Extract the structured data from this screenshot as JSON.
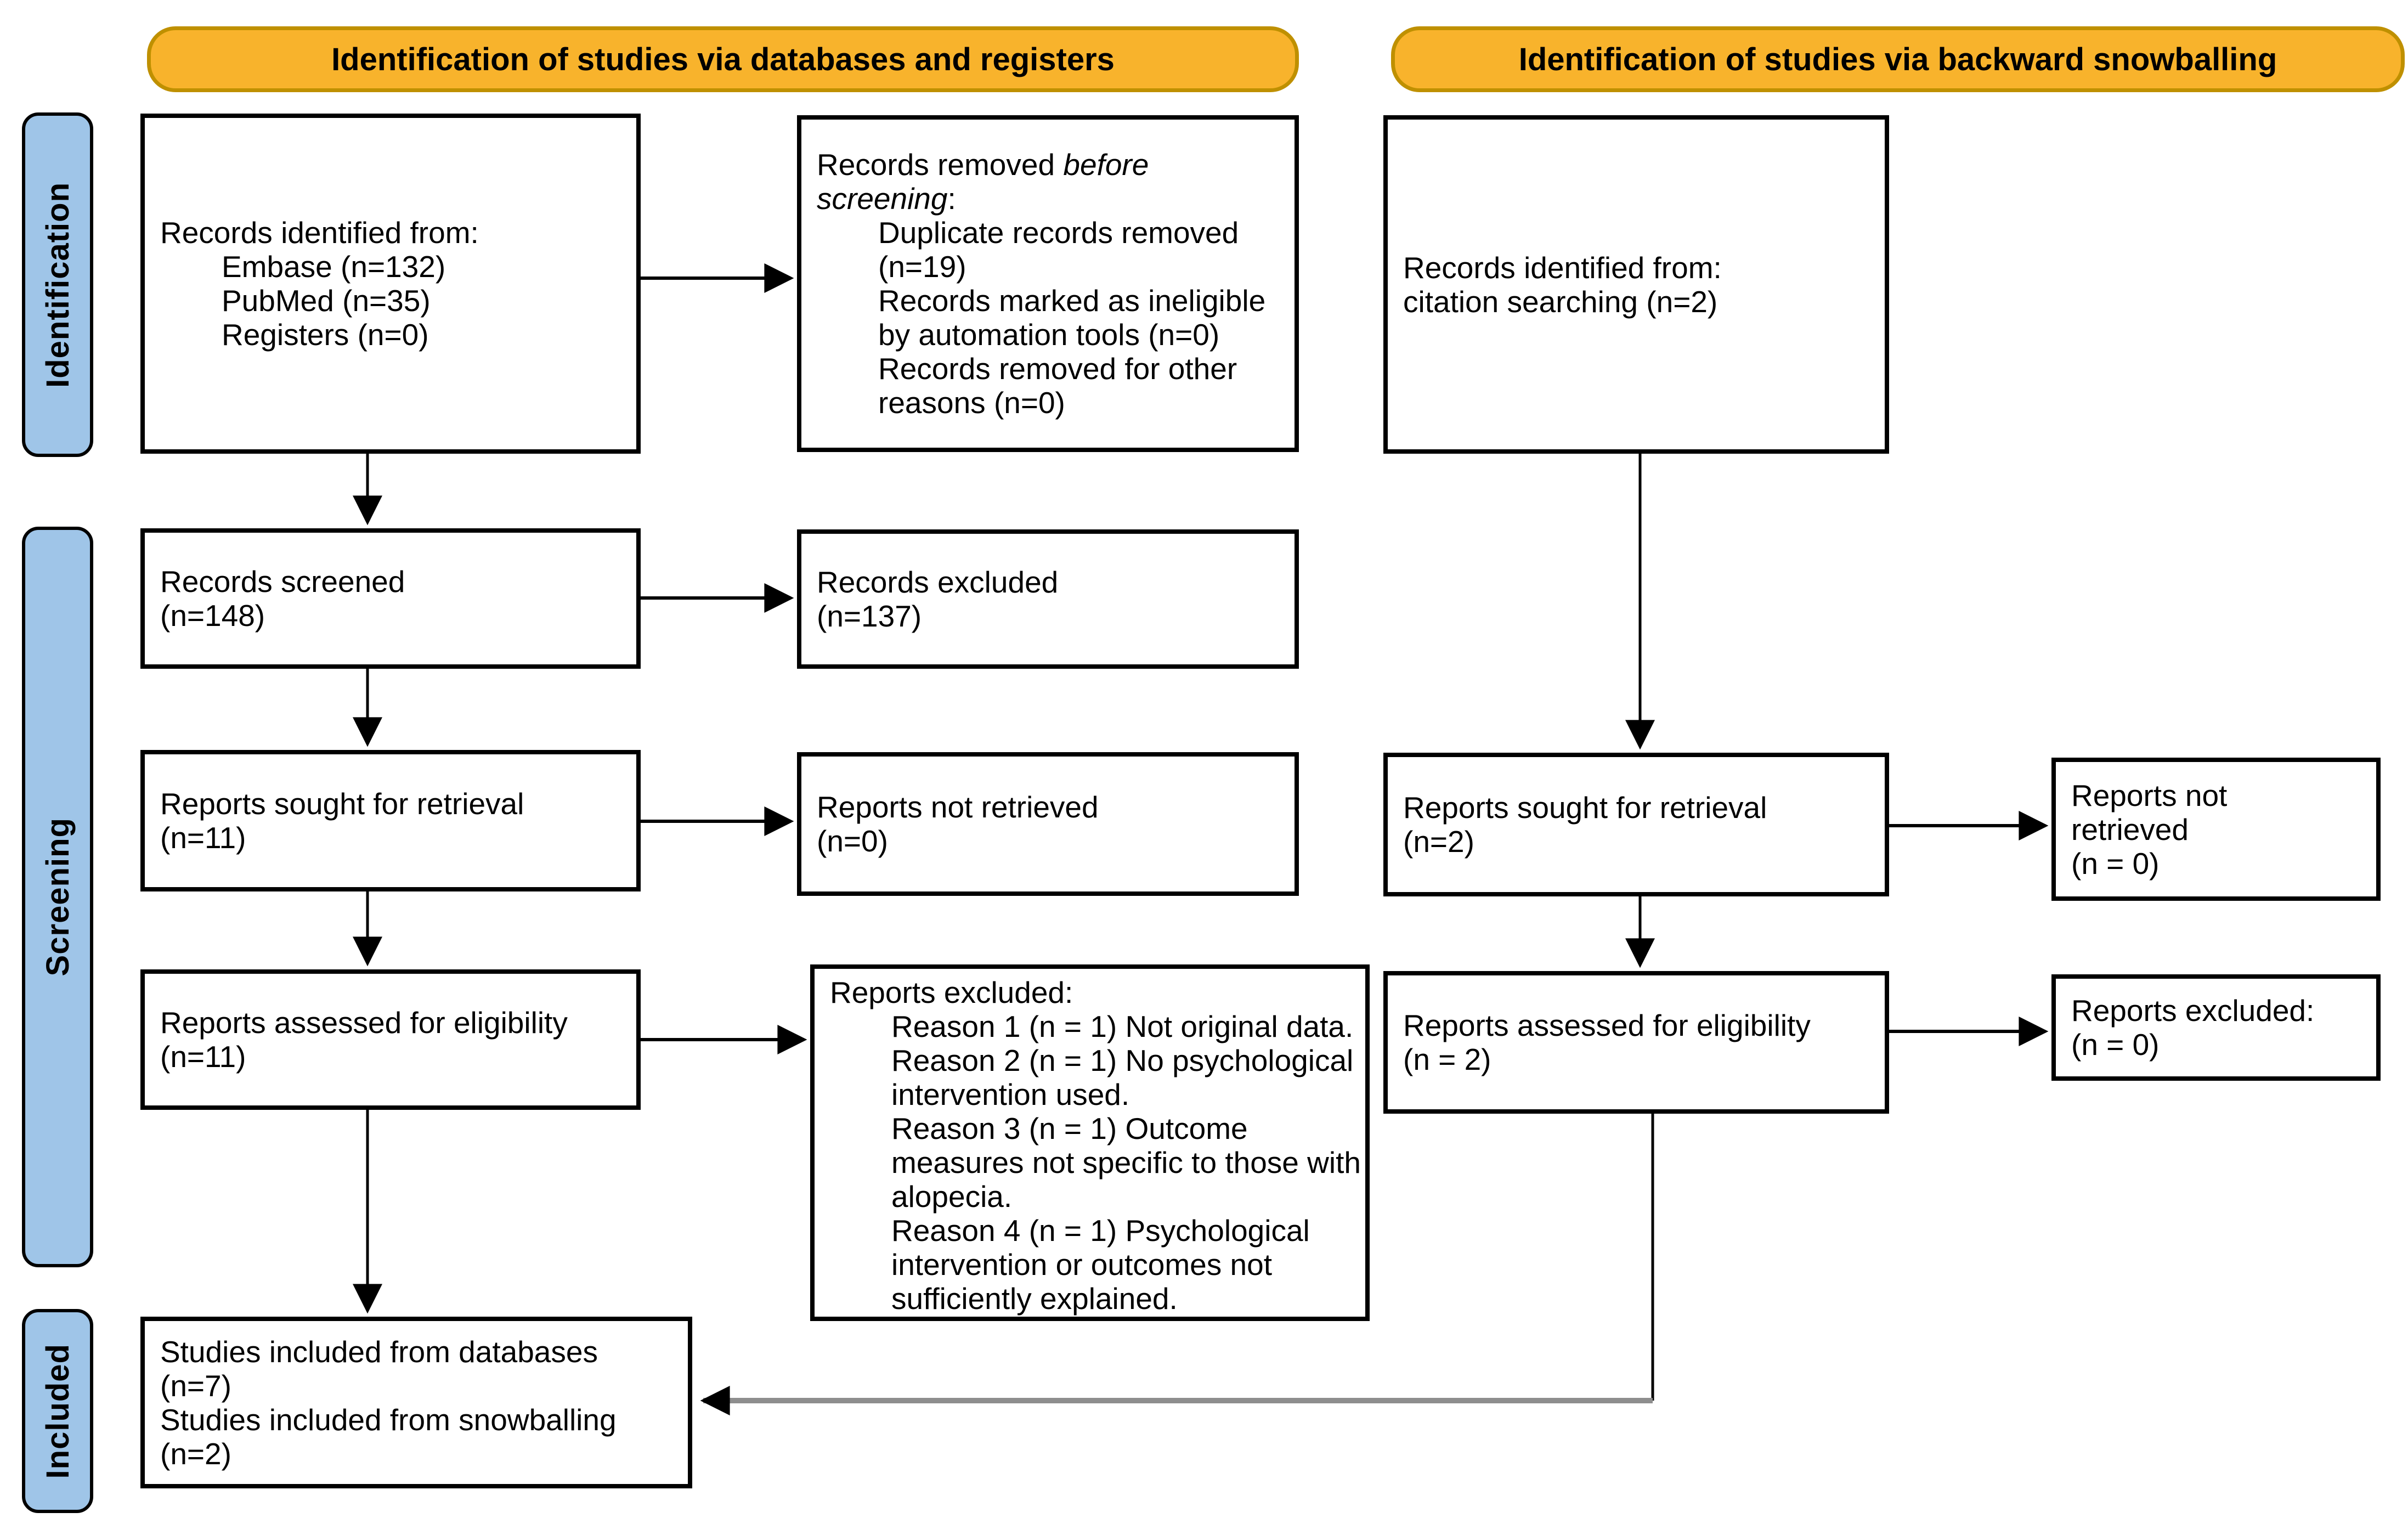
{
  "colors": {
    "header_bg": "#F8B32C",
    "header_border": "#BF9000",
    "stage_bg": "#9FC5E8",
    "box_border": "#000000",
    "arrow": "#000000",
    "elbow_gray": "#8E8E8E"
  },
  "headers": {
    "databases": "Identification of studies via databases and registers",
    "snowballing": "Identification of studies via backward snowballing"
  },
  "stages": {
    "identification": "Identification",
    "screening": "Screening",
    "included": "Included"
  },
  "boxes": {
    "records_identified": {
      "title": "Records identified from:",
      "items": [
        "Embase (n=132)",
        "PubMed (n=35)",
        "Registers (n=0)"
      ]
    },
    "records_removed": {
      "title_normal": "Records removed",
      "title_italic_1": "before",
      "title_italic_2": "screening",
      "title_colon": ":",
      "items": [
        [
          "Duplicate records removed",
          "(n=19)"
        ],
        [
          "Records marked as ineligible",
          "by automation tools (n=0)"
        ],
        [
          "Records removed for other",
          "reasons (n=0)"
        ]
      ]
    },
    "citation_identified": {
      "lines": [
        "Records identified from:",
        "citation searching (n=2)"
      ]
    },
    "records_screened": {
      "lines": [
        "Records screened",
        "(n=148)"
      ]
    },
    "records_excluded": {
      "lines": [
        "Records excluded",
        "(n=137)"
      ]
    },
    "reports_sought_db": {
      "lines": [
        "Reports sought for retrieval",
        "(n=11)"
      ]
    },
    "reports_not_retrieved_db": {
      "lines": [
        "Reports not retrieved",
        "(n=0)"
      ]
    },
    "reports_sought_cit": {
      "lines": [
        "Reports sought for retrieval",
        "(n=2)"
      ]
    },
    "reports_not_retrieved_cit": {
      "lines": [
        "Reports not",
        "retrieved",
        "(n = 0)"
      ]
    },
    "reports_assessed_db": {
      "lines": [
        "Reports assessed for eligibility",
        "(n=11)"
      ]
    },
    "reports_excluded_reasons": {
      "title": "Reports excluded:",
      "items": [
        [
          "Reason 1 (n = 1) Not original data."
        ],
        [
          "Reason 2 (n = 1) No psychological",
          "intervention used."
        ],
        [
          "Reason 3 (n = 1) Outcome",
          "measures not specific to those with",
          "alopecia."
        ],
        [
          "Reason 4 (n = 1) Psychological",
          "intervention or outcomes not",
          "sufficiently explained."
        ]
      ]
    },
    "reports_assessed_cit": {
      "lines": [
        "Reports assessed for eligibility",
        "(n = 2)"
      ]
    },
    "reports_excluded_cit": {
      "lines": [
        "Reports excluded:",
        "(n = 0)"
      ]
    },
    "studies_included": {
      "lines": [
        "Studies included from databases",
        "(n=7)",
        "Studies included from snowballing",
        "(n=2)"
      ]
    }
  }
}
